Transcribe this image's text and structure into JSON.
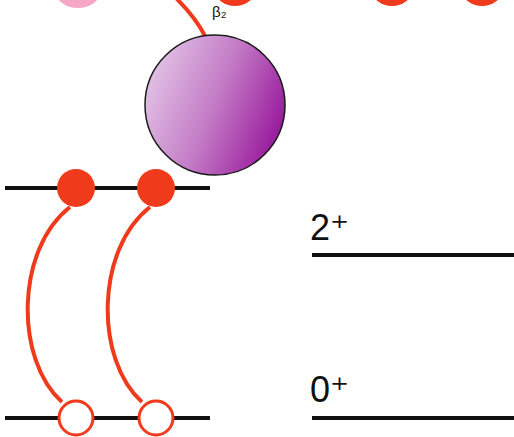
{
  "diagram": {
    "labels": [
      "β₂",
      "2⁺",
      "0⁺"
    ]
  }
}
